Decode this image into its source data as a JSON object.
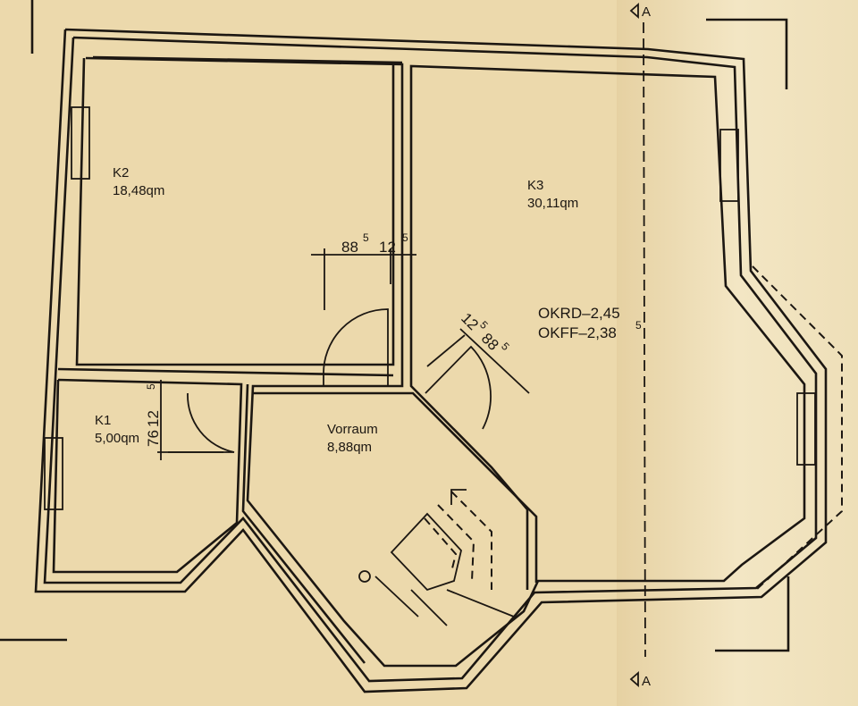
{
  "rooms": [
    {
      "name": "K2",
      "area": "18,48qm"
    },
    {
      "name": "K3",
      "area": "30,11qm"
    },
    {
      "name": "K1",
      "area": "5,00qm"
    },
    {
      "name": "Vorraum",
      "area": "8,88qm"
    }
  ],
  "levels": {
    "okrd": "OKRD–2,45",
    "okff": "OKFF–2,38",
    "okff_sup": "5"
  },
  "dimensions": {
    "k2_door": {
      "a": "88",
      "a_sup": "5",
      "b": "12",
      "b_sup": "5"
    },
    "k3_door": {
      "a": "12",
      "a_sup": "5",
      "b": "88",
      "b_sup": "5"
    },
    "k1_door": {
      "a": "76",
      "b": "12",
      "b_sup": "5"
    }
  },
  "section_marker": {
    "label": "A"
  },
  "colors": {
    "paper": "#ecd9ac",
    "ink": "#1c1712"
  }
}
